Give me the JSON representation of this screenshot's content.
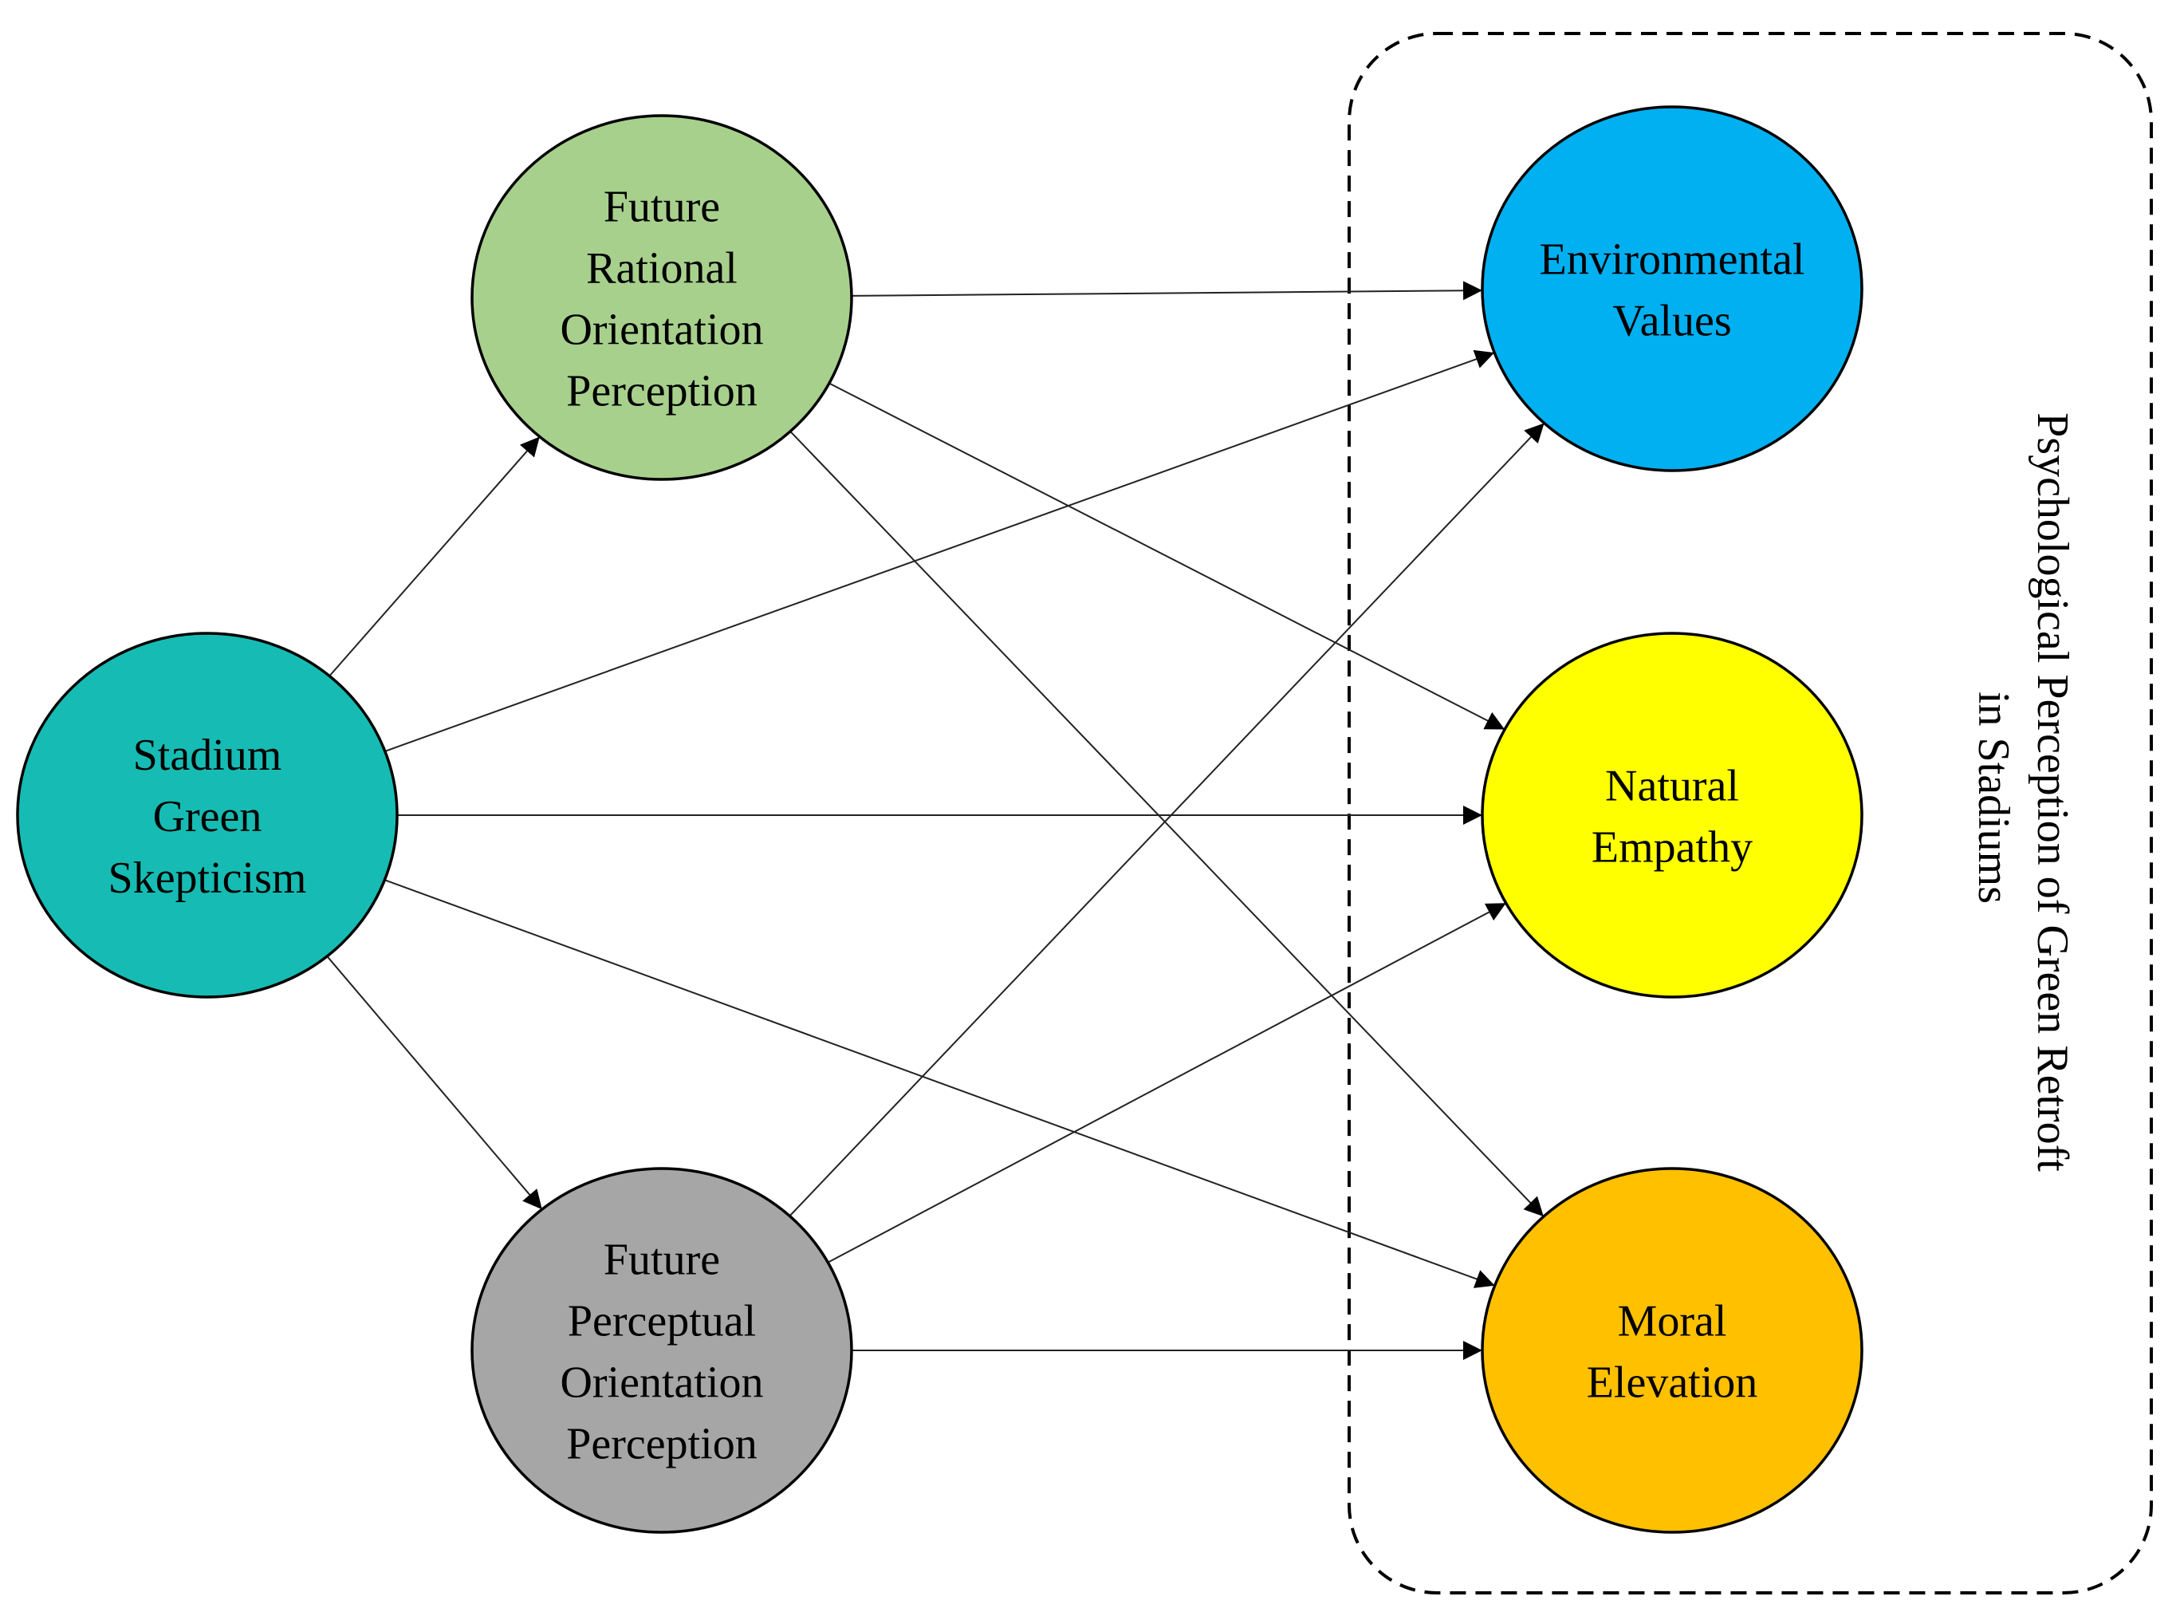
{
  "group": {
    "label_lines": [
      "Psychological Perception of Green Retroft",
      "in Stadiums"
    ]
  },
  "nodes": [
    {
      "id": "skepticism",
      "lines": [
        "Stadium",
        "Green",
        "Skepticism"
      ],
      "color": "#16BCB3"
    },
    {
      "id": "rational",
      "lines": [
        "Future",
        "Rational",
        "Orientation",
        "Perception"
      ],
      "color": "#A8D08D"
    },
    {
      "id": "perceptual",
      "lines": [
        "Future",
        "Perceptual",
        "Orientation",
        "Perception"
      ],
      "color": "#A6A6A6"
    },
    {
      "id": "environmental",
      "lines": [
        "Environmental",
        "Values"
      ],
      "color": "#00B0F0"
    },
    {
      "id": "empathy",
      "lines": [
        "Natural",
        "Empathy"
      ],
      "color": "#FFFF00"
    },
    {
      "id": "moral",
      "lines": [
        "Moral",
        "Elevation"
      ],
      "color": "#FFC000"
    }
  ],
  "edges": [
    {
      "from": "skepticism",
      "to": "rational"
    },
    {
      "from": "skepticism",
      "to": "perceptual"
    },
    {
      "from": "skepticism",
      "to": "environmental"
    },
    {
      "from": "skepticism",
      "to": "empathy"
    },
    {
      "from": "skepticism",
      "to": "moral"
    },
    {
      "from": "rational",
      "to": "environmental"
    },
    {
      "from": "rational",
      "to": "empathy"
    },
    {
      "from": "rational",
      "to": "moral"
    },
    {
      "from": "perceptual",
      "to": "environmental"
    },
    {
      "from": "perceptual",
      "to": "empathy"
    },
    {
      "from": "perceptual",
      "to": "moral"
    }
  ]
}
